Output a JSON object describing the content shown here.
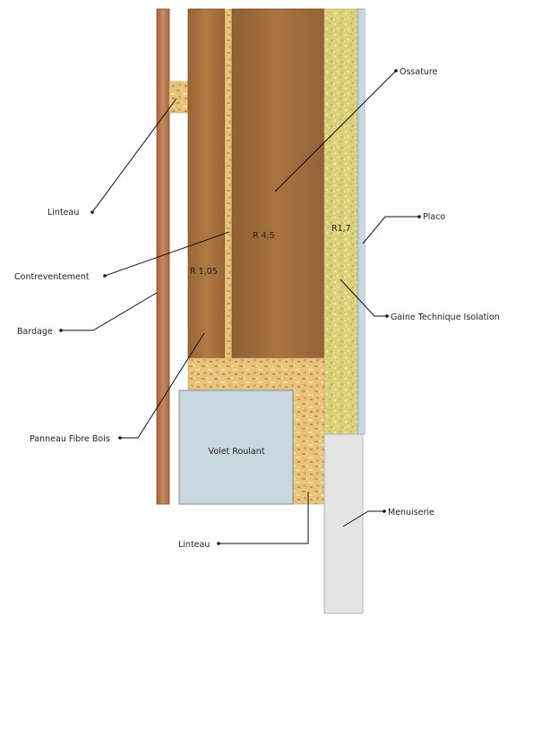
{
  "labels": {
    "ossature": "Ossature",
    "linteau_top": "Linteau",
    "placo": "Placo",
    "contreventement": "Contreventement",
    "bardage": "Bardage",
    "gaine": "Gaine Technique Isolation",
    "panneau": "Panneau Fibre Bois",
    "menuiserie": "Menuiserie",
    "linteau_bottom": "Linteau",
    "volet": "Volet Roulant"
  },
  "r_values": {
    "ossature": "R 4,5",
    "panneau": "R 1,05",
    "gaine": "R1,7"
  },
  "colors": {
    "bardage": "#b9764f",
    "fibre": "#a8703a",
    "ossature": "#9c6a3a",
    "osb": "#e6c17a",
    "laine": "#dcd27a",
    "placo": "#c6d6df",
    "volet": "#c9d7e0",
    "menuiserie": "#e4e4e4"
  }
}
